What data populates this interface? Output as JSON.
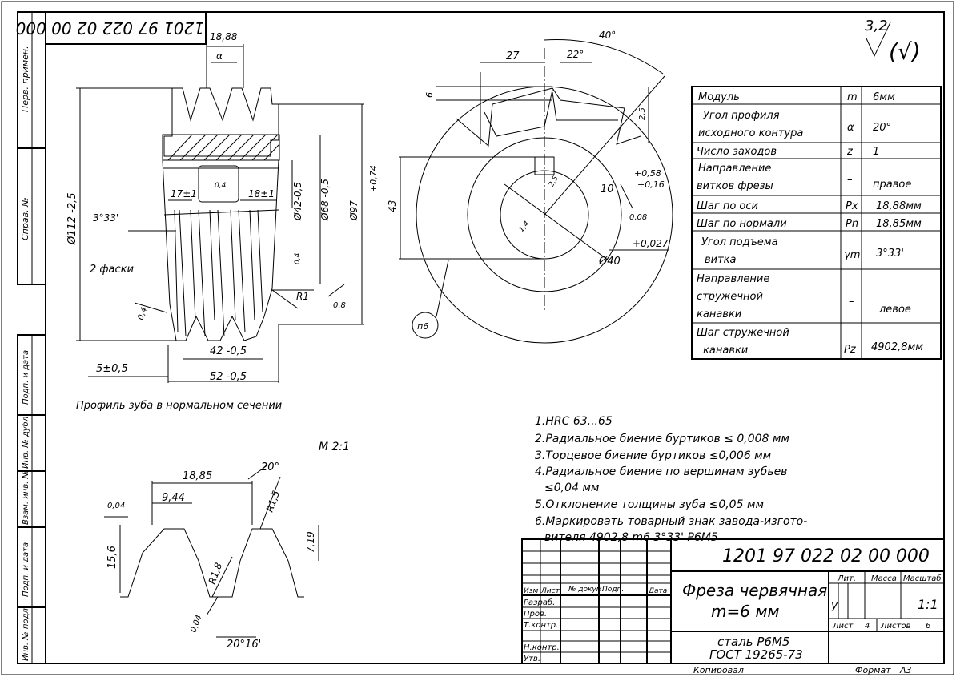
{
  "doc_number_rot": "1201 97 022 02 00 000",
  "roughness": {
    "value": "3,2",
    "symbol": "(√)"
  },
  "side_labels": [
    "Перв. примен.",
    "Справ. №",
    "Подп. и дата",
    "Инв. № дубл.",
    "Взам. инв. №",
    "Подп. и дата",
    "Инв. № подл."
  ],
  "main_view": {
    "dims": {
      "pitch": "18,88",
      "alpha": "α",
      "d_outer": "Ø112  -2,5",
      "angle": "3°33'",
      "chamfers": "2 фаски",
      "hub_left": "17±1",
      "hub_right": "18±1",
      "r04_a": "0,4",
      "d42": "Ø42-0,5",
      "d68": "Ø68  -0,5",
      "d97": "Ø97",
      "r04_b": "0,4",
      "r1": "R1",
      "r08": "0,8",
      "r04_c": "0,4",
      "len42": "42  -0,5",
      "chamfer5": "5±0,5",
      "len52": "52  -0,5"
    },
    "caption": "Профиль зуба в нормальном сечении"
  },
  "side_view": {
    "dims": {
      "angle40": "40°",
      "d27": "27",
      "angle22": "22°",
      "d6": "6",
      "d25": "2,5",
      "d43": "43",
      "d074": "+0,74",
      "tol058": "+0,58",
      "tol016": "+0,16",
      "d10": "10",
      "d008": "0,08",
      "d40": "Ø40",
      "tol0027": "+0,027",
      "r14": "1,4",
      "r25": "2,5",
      "circle_label": "п6"
    }
  },
  "params_table": [
    {
      "name": "Модуль",
      "sym": "m",
      "val": "6мм"
    },
    {
      "name": "Угол профиля исходного контура",
      "sym": "α",
      "val": "20°"
    },
    {
      "name": "Число заходов",
      "sym": "z",
      "val": "1"
    },
    {
      "name": "Направление витков фрезы",
      "sym": "–",
      "val": "правое"
    },
    {
      "name": "Шаг по оси",
      "sym": "Px",
      "val": "18,88мм"
    },
    {
      "name": "Шаг по нормали",
      "sym": "Pn",
      "val": "18,85мм"
    },
    {
      "name": "Угол подъема витка",
      "sym": "γm",
      "val": "3°33'"
    },
    {
      "name": "Направление стружечной канавки",
      "sym": "–",
      "val": "левое"
    },
    {
      "name": "Шаг стружечной канавки",
      "sym": "Pz",
      "val": "4902,8мм"
    }
  ],
  "notes": [
    "1.HRC 63...65",
    "2.Радиальное биение буртиков ≤ 0,008 мм",
    "3.Торцевое биение буртиков ≤0,006 мм",
    "4.Радиальное биение по вершинам зубьев",
    "≤0,04 мм",
    "5.Отклонение толщины зуба ≤0,05 мм",
    "6.Маркировать товарный знак завода-изгото-",
    "вителя 4902,8 m6 3°33' P6M5"
  ],
  "scale_note": "М 2:1",
  "profile": {
    "d1885": "18,85",
    "d944": "9,44",
    "a20": "20°",
    "r15": "R1,5",
    "d004a": "0,04",
    "d156": "15,6",
    "r18": "R1,8",
    "d719": "7,19",
    "d004b": "0,04",
    "a2016": "20°16'"
  },
  "title_block": {
    "doc_number": "1201 97 022 02 00 000",
    "name_line1": "Фреза червячная",
    "name_line2": "m=6 мм",
    "material_line1": "сталь Р6М5",
    "material_line2": "ГОСТ 19265-73",
    "hdr_izm": "Изм",
    "hdr_list": "Лист",
    "hdr_doc": "№ докум.",
    "hdr_sign": "Подп.",
    "hdr_date": "Дата",
    "row_razrab": "Разраб.",
    "row_prov": "Пров.",
    "row_tkontr": "Т.контр.",
    "row_nkontr": "Н.контр.",
    "row_utv": "Утв.",
    "lit": "Лит.",
    "massa": "Масса",
    "masshtab": "Масштаб",
    "lit_val": "у",
    "scale_val": "1:1",
    "sheet_label": "Лист",
    "sheet_val": "4",
    "sheets_label": "Листов",
    "sheets_val": "6"
  },
  "footer": {
    "copied": "Копировал",
    "format": "Формат",
    "format_val": "А3"
  }
}
